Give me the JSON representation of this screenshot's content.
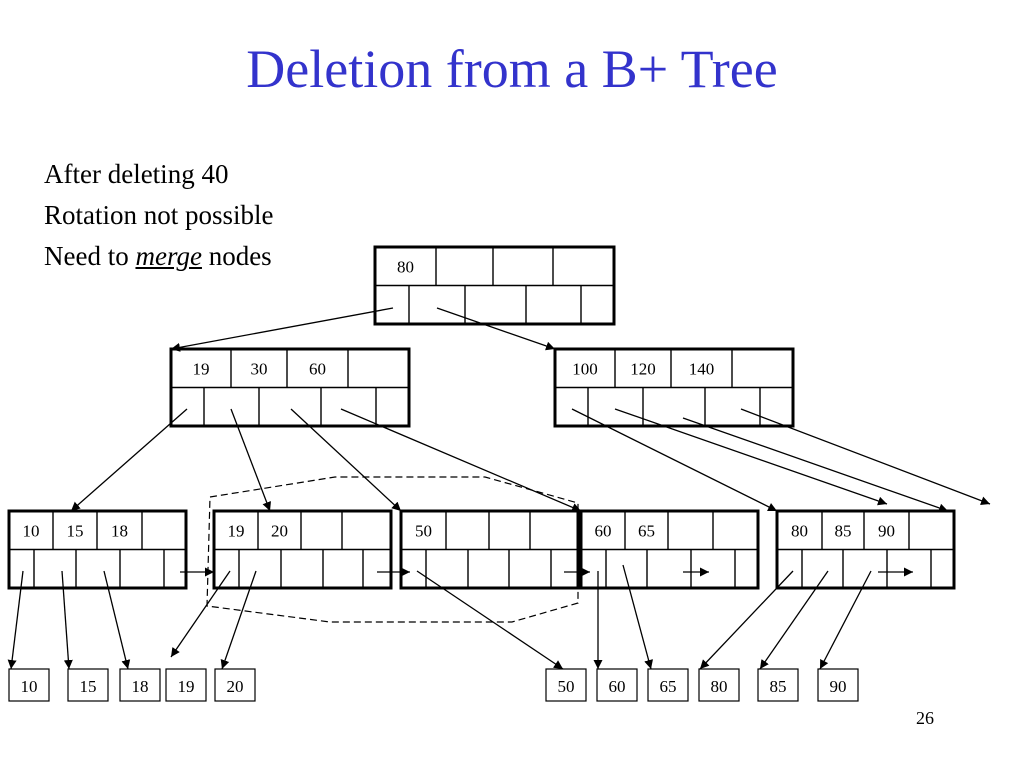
{
  "title": "Deletion from a B+ Tree",
  "notes": {
    "line1": "After deleting 40",
    "line2": "Rotation not possible",
    "line3_prefix": "Need to ",
    "line3_em": "merge",
    "line3_suffix": " nodes"
  },
  "tree": {
    "root": {
      "keys": [
        "80",
        "",
        "",
        ""
      ]
    },
    "internal_left": {
      "keys": [
        "19",
        "30",
        "60",
        ""
      ]
    },
    "internal_right": {
      "keys": [
        "100",
        "120",
        "140",
        ""
      ]
    },
    "leaves": [
      {
        "keys": [
          "10",
          "15",
          "18",
          ""
        ]
      },
      {
        "keys": [
          "19",
          "20",
          "",
          ""
        ]
      },
      {
        "keys": [
          "50",
          "",
          "",
          ""
        ]
      },
      {
        "keys": [
          "60",
          "65",
          "",
          ""
        ]
      },
      {
        "keys": [
          "80",
          "85",
          "90",
          ""
        ]
      }
    ],
    "records": [
      "10",
      "15",
      "18",
      "19",
      "20",
      "50",
      "60",
      "65",
      "80",
      "85",
      "90"
    ]
  },
  "slide_number": "26",
  "colors": {
    "title": "#3333cc",
    "lines": "#000000"
  }
}
